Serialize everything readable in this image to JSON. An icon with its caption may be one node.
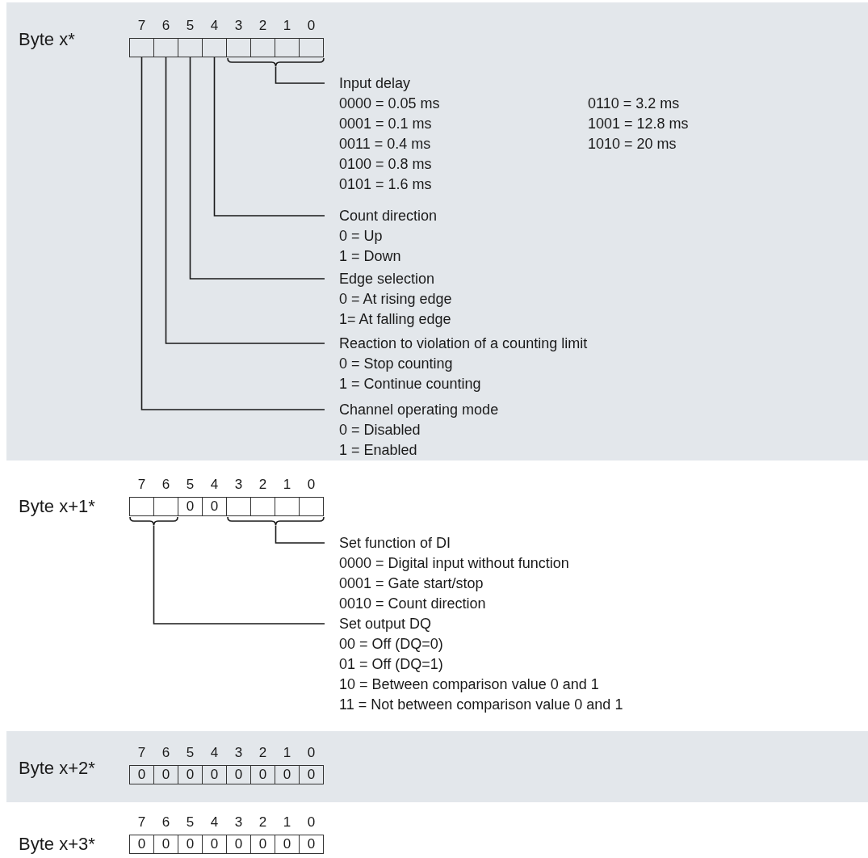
{
  "diagram": {
    "nodes": [
      {
        "text": [
          "Byte x*"
        ]
      },
      {
        "text": [
          "7"
        ],
        "in": 0
      },
      {
        "text": [
          "6"
        ],
        "in": 0
      },
      {
        "text": [
          "5"
        ],
        "in": 0
      },
      {
        "text": [
          "4"
        ],
        "in": 0
      },
      {
        "text": [
          "3"
        ],
        "in": 0
      },
      {
        "text": [
          "2"
        ],
        "in": 0
      },
      {
        "text": [
          "1"
        ],
        "in": 0
      },
      {
        "text": [
          "0"
        ],
        "in": 0
      },
      {
        "text": [],
        "shape": "bracket",
        "in": 0
      },
      {
        "text": [
          "Input delay",
          "0000 = 0.05 ms",
          "0001 = 0.1 ms",
          "0011 = 0.4 ms",
          "0100 = 0.8 ms",
          "0101 = 1.6 ms",
          "0110 = 3.2 ms",
          "1001 = 12.8 ms",
          "1010 = 20 ms"
        ],
        "in": 0
      },
      {
        "text": [
          "Count direction",
          "0 = Up",
          "1 = Down"
        ],
        "in": 0
      },
      {
        "text": [
          "Edge selection",
          "0 = At rising edge",
          "1= At falling edge"
        ],
        "in": 0
      },
      {
        "text": [
          "Reaction to violation of a counting limit",
          "0 = Stop counting",
          "1 = Continue counting"
        ],
        "in": 0
      },
      {
        "text": [
          "Channel operating mode",
          "0 = Disabled",
          "1 = Enabled"
        ],
        "in": 0
      },
      {
        "text": [
          "7"
        ]
      },
      {
        "text": [
          "6"
        ]
      },
      {
        "text": [
          "5",
          "0"
        ]
      },
      {
        "text": [
          "4",
          "0"
        ]
      },
      {
        "text": [
          "3"
        ]
      },
      {
        "text": [
          "2"
        ]
      },
      {
        "text": [
          "1"
        ]
      },
      {
        "text": [
          "0"
        ]
      },
      {
        "text": [],
        "shape": "bracket"
      },
      {
        "text": [],
        "shape": "bracket"
      },
      {
        "text": [
          "Set function of DI",
          "0000 = Digital input without function",
          "0001 = Gate start/stop",
          "0010 = Count direction"
        ]
      },
      {
        "text": [
          "Set output DQ",
          "00 = Off (DQ=0)",
          "01 = Off (DQ=1)",
          "10 = Between comparison value 0 and 1",
          "11 = Not between comparison value 0 and 1"
        ]
      },
      {
        "text": [
          "Byte x+2*"
        ]
      },
      {
        "text": [
          "7",
          "0"
        ],
        "in": 27
      },
      {
        "text": [
          "6",
          "0"
        ],
        "in": 27
      },
      {
        "text": [
          "5",
          "0"
        ],
        "in": 27
      },
      {
        "text": [
          "4",
          "0"
        ],
        "in": 27
      },
      {
        "text": [
          "3",
          "0"
        ],
        "in": 27
      },
      {
        "text": [
          "2",
          "0"
        ],
        "in": 27
      },
      {
        "text": [
          "1",
          "0"
        ],
        "in": 27
      },
      {
        "text": [
          "0",
          "0"
        ],
        "in": 27
      },
      {
        "text": [
          "7",
          "0"
        ]
      },
      {
        "text": [
          "6",
          "0"
        ]
      },
      {
        "text": [
          "5",
          "0"
        ]
      },
      {
        "text": [
          "4",
          "0"
        ]
      },
      {
        "text": [
          "3",
          "0"
        ]
      },
      {
        "text": [
          "2",
          "0"
        ]
      },
      {
        "text": [
          "1",
          "0"
        ]
      },
      {
        "text": [
          "0",
          "0"
        ]
      }
    ],
    "edges": [
      {
        "from": 10,
        "to": 9,
        "arrow": "none"
      },
      {
        "from": 11,
        "to": 4,
        "arrow": "none"
      },
      {
        "from": 12,
        "to": 3,
        "arrow": "none"
      },
      {
        "from": 13,
        "to": 2,
        "arrow": "none"
      },
      {
        "from": 14,
        "to": 1,
        "arrow": "none"
      },
      {
        "from": 25,
        "to": 24,
        "arrow": "none"
      },
      {
        "from": 26,
        "to": 23,
        "arrow": "none"
      }
    ],
    "labels": [
      "Byte x+1*",
      "Byte x+3*"
    ]
  }
}
